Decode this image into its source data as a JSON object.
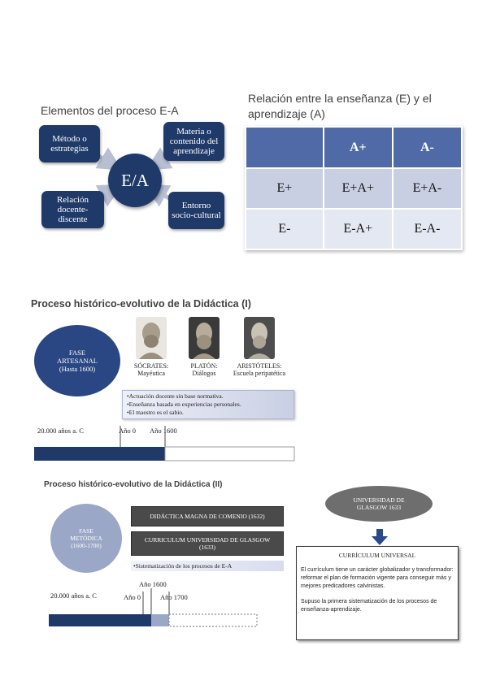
{
  "elementos": {
    "title": "Elementos del proceso E-A",
    "center": "E/A",
    "boxes": {
      "metodo": "Método o estrategias",
      "materia": "Materia o contenido del aprendizaje",
      "relacion": "Relación docente-discente",
      "entorno": "Entorno socio-cultural"
    }
  },
  "relacion": {
    "title": "Relación entre la enseñanza (E) y el aprendizaje (A)",
    "header": [
      "",
      "A+",
      "A-"
    ],
    "rows": [
      [
        "E+",
        "E+A+",
        "E+A-"
      ],
      [
        "E-",
        "E-A+",
        "E-A-"
      ]
    ]
  },
  "proceso1": {
    "title": "Proceso histórico-evolutivo de la Didáctica (I)",
    "fase": "FASE ARTESANAL (Hasta 1600)",
    "philosophers": [
      {
        "name": "SÓCRATES:",
        "desc": "Mayéutica"
      },
      {
        "name": "PLATÓN:",
        "desc": "Diálogos"
      },
      {
        "name": "ARISTÓTELES:",
        "desc": "Escuela peripatética"
      }
    ],
    "notes": [
      "•Actuación docente sin base normativa.",
      "•Enseñanza basada en experiencias personales.",
      "•El maestro es el sabio."
    ],
    "timeline": {
      "start": "20.000 años a. C",
      "mid": "Año 0",
      "end": "Año 1600"
    }
  },
  "proceso2": {
    "title": "Proceso histórico-evolutivo de la Didáctica (II)",
    "fase": "FASE METÓDICA (1600-1700)",
    "items": [
      "DIDÁCTICA MAGNA DE COMENIO (1632)",
      "CURRICULUM UNIVERSIDAD DE GLASGOW (1633)"
    ],
    "note": "•Sistematización de los procesos de E-A",
    "timeline": {
      "top": "Año 1600",
      "start": "20.000 años a. C",
      "mid": "Año 0",
      "end": "Año 1700"
    },
    "glasgow": "UNIVERSIDAD DE GLASGOW 1633",
    "curriculum": {
      "title": "CURRÍCULUM UNIVERSAL",
      "p1": "El currículum tiene un carácter globalizador y transformador: reformar el plan de formación vigente para conseguir más y mejores predicadores calvinistas.",
      "p2": "Supuso la primera sistematización de los procesos de enseñanza-aprendizaje."
    }
  }
}
